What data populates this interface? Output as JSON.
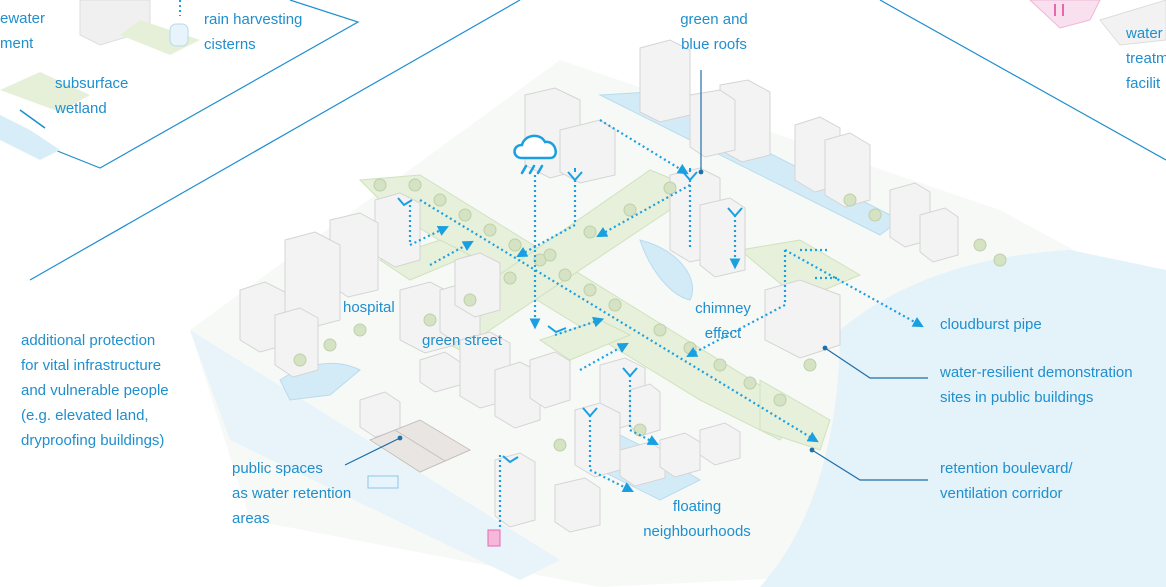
{
  "colors": {
    "label": "#1f8fce",
    "leader": "#1f6fa8",
    "flow": "#1aa0e0",
    "water": "#cde9f5",
    "building": "#f2f2f2",
    "building_edge": "#d6d6d6",
    "green": "#dcebc8",
    "tree": "#c9dbb3",
    "accent_pink": "#e767b0"
  },
  "icons": [
    "cloud-rain-icon"
  ],
  "labels": {
    "wastewater_treatment_partial": [
      "ewater",
      "ment"
    ],
    "rain_harvesting": [
      "rain harvesting",
      "cisterns"
    ],
    "subsurface_wetland": [
      "subsurface",
      "wetland"
    ],
    "green_blue_roofs": [
      "green and",
      "blue roofs"
    ],
    "water_treatment_partial": [
      "water",
      "treatm",
      "facilit"
    ],
    "hospital": "hospital",
    "green_street": "green street",
    "chimney_effect": [
      "chimney",
      "effect"
    ],
    "cloudburst_pipe": "cloudburst pipe",
    "additional_protection": [
      "additional protection",
      "for vital infrastructure",
      "and vulnerable people",
      "(e.g. elevated land,",
      "dryproofing buildings)"
    ],
    "water_resilient": [
      "water-resilient demonstration",
      "sites in public buildings"
    ],
    "public_spaces": [
      "public spaces",
      "as water retention",
      "areas"
    ],
    "retention_boulevard": [
      "retention boulevard/",
      "ventilation corridor"
    ],
    "floating_neighbourhoods": [
      "floating",
      "neighbourhoods"
    ]
  }
}
